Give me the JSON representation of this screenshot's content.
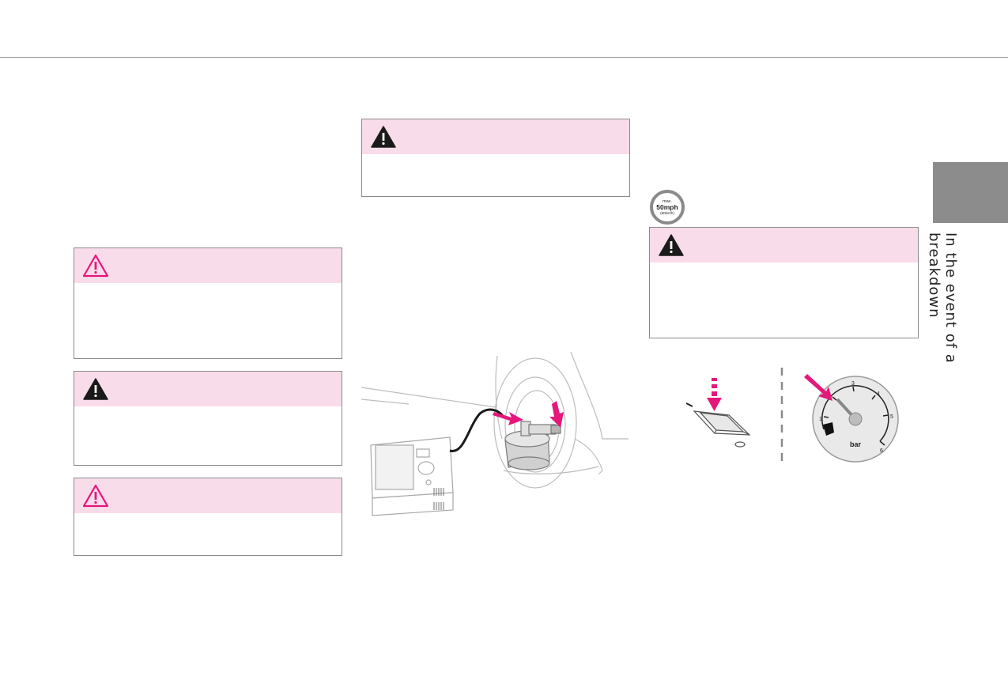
{
  "section_title": "In the event of a breakdown",
  "speed_badge": {
    "top": "max.",
    "main": "50mph",
    "sub": "(80km/h)"
  },
  "gauge": {
    "ticks": [
      "1",
      "2",
      "3",
      "4",
      "5",
      "6"
    ],
    "unit": "bar",
    "needle_value": 2.0
  },
  "icons": {
    "warning_outline": "warning-triangle-outline-icon",
    "warning_filled": "warning-triangle-filled-icon"
  },
  "colors": {
    "accent_magenta": "#e5177b",
    "warning_header": "#f9dcea",
    "side_tab": "#8c8c8c"
  }
}
